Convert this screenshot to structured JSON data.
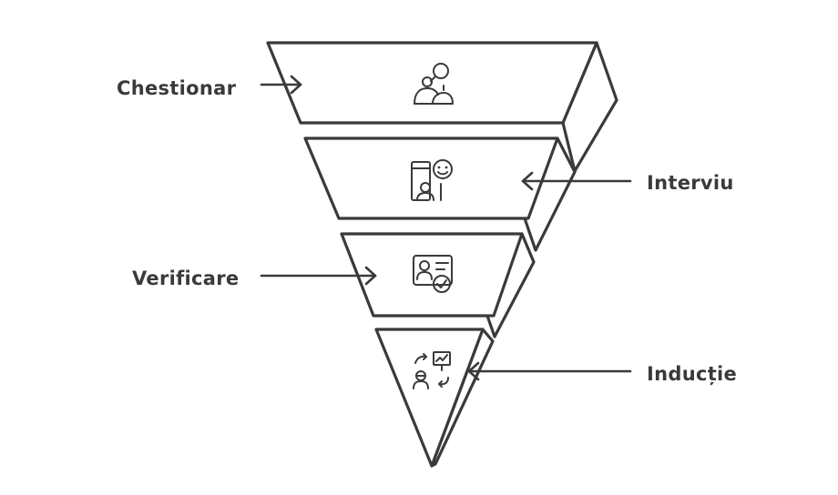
{
  "diagram": {
    "type": "inverted-funnel",
    "stages": [
      {
        "id": "chestionar",
        "label": "Chestionar",
        "icon": "person-search-icon",
        "label_side": "left"
      },
      {
        "id": "interviu",
        "label": "Interviu",
        "icon": "interview-icon",
        "label_side": "right"
      },
      {
        "id": "verificare",
        "label": "Verificare",
        "icon": "id-card-verified-icon",
        "label_side": "left"
      },
      {
        "id": "inductie",
        "label": "Inducție",
        "icon": "onboarding-presentation-icon",
        "label_side": "right"
      }
    ],
    "colors": {
      "ink": "#3a3a3a",
      "fill": "#ffffff"
    }
  }
}
